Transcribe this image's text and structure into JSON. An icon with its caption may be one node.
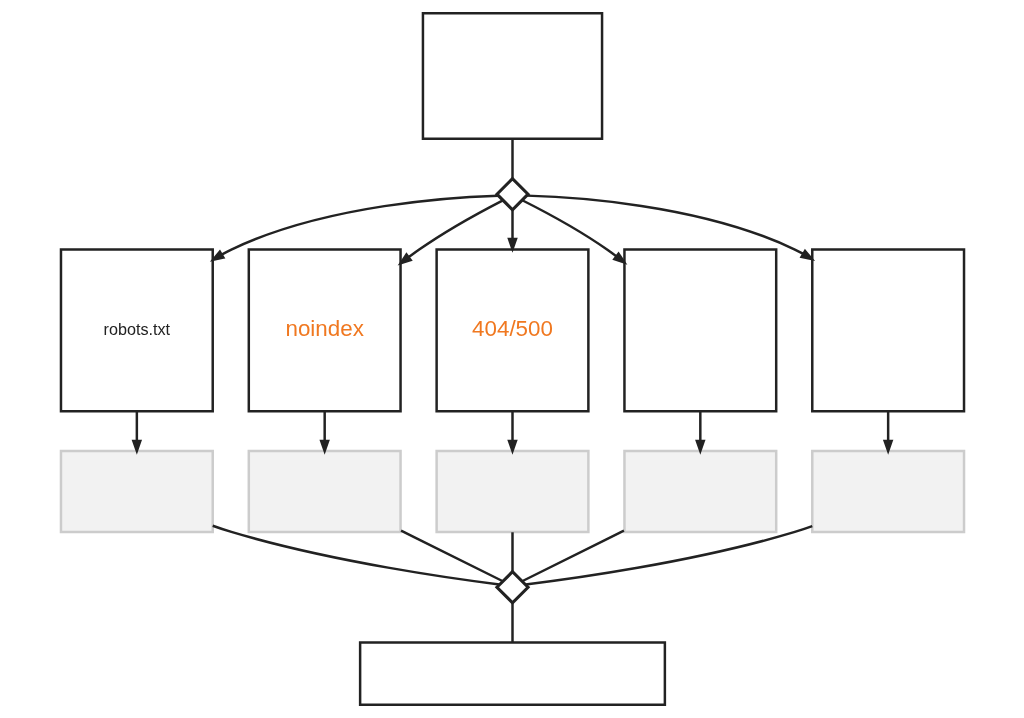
{
  "diagram": {
    "nodes": [
      {
        "text": [],
        "shape": "box"
      },
      {
        "text": [],
        "shape": "diamond"
      },
      {
        "text": [
          "robots.txt"
        ]
      },
      {
        "text": [
          "noindex"
        ]
      },
      {
        "text": [
          "404/500"
        ]
      },
      {
        "text": [],
        "shape": "box"
      },
      {
        "text": [],
        "shape": "box"
      },
      {
        "text": [],
        "shape": "box"
      },
      {
        "text": [],
        "shape": "box"
      },
      {
        "text": [],
        "shape": "box"
      },
      {
        "text": [],
        "shape": "box"
      },
      {
        "text": [],
        "shape": "box"
      },
      {
        "text": [],
        "shape": "diamond"
      },
      {
        "text": [],
        "shape": "box"
      }
    ],
    "edges": [
      {
        "from": 0,
        "to": 1,
        "arrow": "none"
      },
      {
        "from": 1,
        "to": 2,
        "arrow": "to"
      },
      {
        "from": 1,
        "to": 3,
        "arrow": "to"
      },
      {
        "from": 1,
        "to": 4,
        "arrow": "to"
      },
      {
        "from": 1,
        "to": 5,
        "arrow": "to"
      },
      {
        "from": 1,
        "to": 6,
        "arrow": "to"
      },
      {
        "from": 2,
        "to": 7,
        "arrow": "to"
      },
      {
        "from": 3,
        "to": 8,
        "arrow": "to"
      },
      {
        "from": 4,
        "to": 9,
        "arrow": "to"
      },
      {
        "from": 5,
        "to": 10,
        "arrow": "to"
      },
      {
        "from": 6,
        "to": 11,
        "arrow": "to"
      },
      {
        "from": 7,
        "to": 12,
        "arrow": "none"
      },
      {
        "from": 8,
        "to": 12,
        "arrow": "none"
      },
      {
        "from": 9,
        "to": 12,
        "arrow": "none"
      },
      {
        "from": 10,
        "to": 12,
        "arrow": "none"
      },
      {
        "from": 11,
        "to": 12,
        "arrow": "none"
      },
      {
        "from": 12,
        "to": 13,
        "arrow": "none"
      }
    ]
  }
}
